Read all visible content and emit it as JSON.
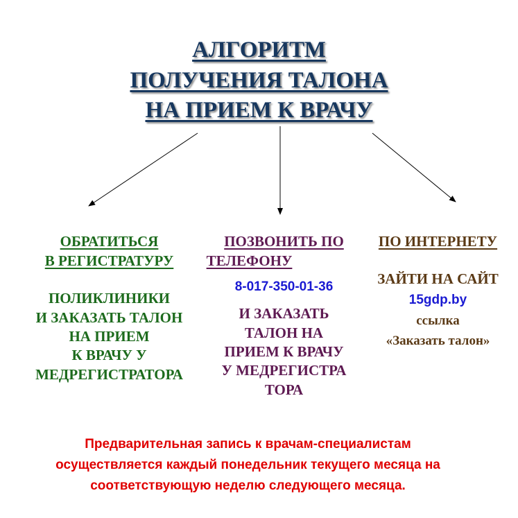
{
  "title": {
    "lines": [
      "АЛГОРИТМ",
      "ПОЛУЧЕНИЯ ТАЛОНА",
      "НА ПРИЕМ К ВРАЧУ"
    ],
    "color": "#17375e"
  },
  "left": {
    "heading": [
      "ОБРАТИТЬСЯ",
      "В РЕГИСТРАТУРУ"
    ],
    "body": [
      "ПОЛИКЛИНИКИ",
      "И ЗАКАЗАТЬ ТАЛОН",
      "НА ПРИЕМ",
      "К ВРАЧУ У",
      "МЕДРЕГИСТРАТОРА"
    ],
    "color": "#1d6b1d"
  },
  "middle": {
    "heading": [
      "ПОЗВОНИТЬ ПО",
      "ТЕЛЕФОНУ"
    ],
    "phone": "8-017-350-01-36",
    "body": [
      "И ЗАКАЗАТЬ",
      "ТАЛОН НА",
      "ПРИЕМ К ВРАЧУ",
      "У МЕДРЕГИСТРА",
      "ТОРА"
    ],
    "color": "#5e1a52"
  },
  "right": {
    "heading": "ПО ИНТЕРНЕТУ",
    "visit": "ЗАЙТИ НА САЙТ",
    "site": "15gdp.by",
    "link_label": "ссылка",
    "link_name": "«Заказать талон»",
    "color": "#5b3a16"
  },
  "note": {
    "lines": [
      "Предварительная запись  к врачам-специалистам",
      "осуществляется каждый понедельник текущего месяца на",
      "соответствующую неделю следующего месяца."
    ],
    "color": "#e00000"
  }
}
